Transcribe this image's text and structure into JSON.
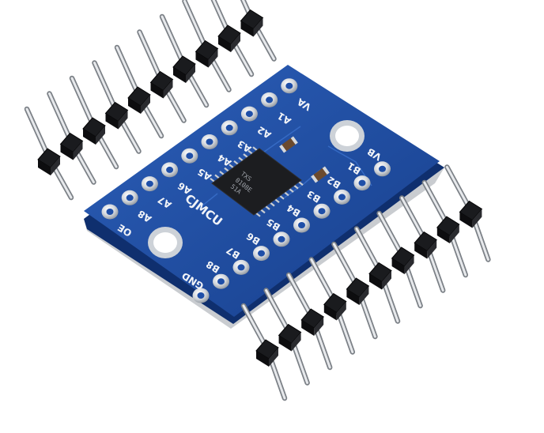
{
  "board": {
    "brand": "CJMCU",
    "chip_marking": [
      "TXS",
      "0108E",
      "51A"
    ],
    "pcb_color": "#1f4fa8",
    "top_labels": [
      "VA",
      "A1",
      "A2",
      "A3",
      "A4",
      "A5",
      "A6",
      "A7",
      "A8",
      "OE"
    ],
    "bottom_labels": [
      "VB",
      "B1",
      "B2",
      "B3",
      "B4",
      "B5",
      "B6",
      "B7",
      "B8",
      "GND"
    ]
  }
}
